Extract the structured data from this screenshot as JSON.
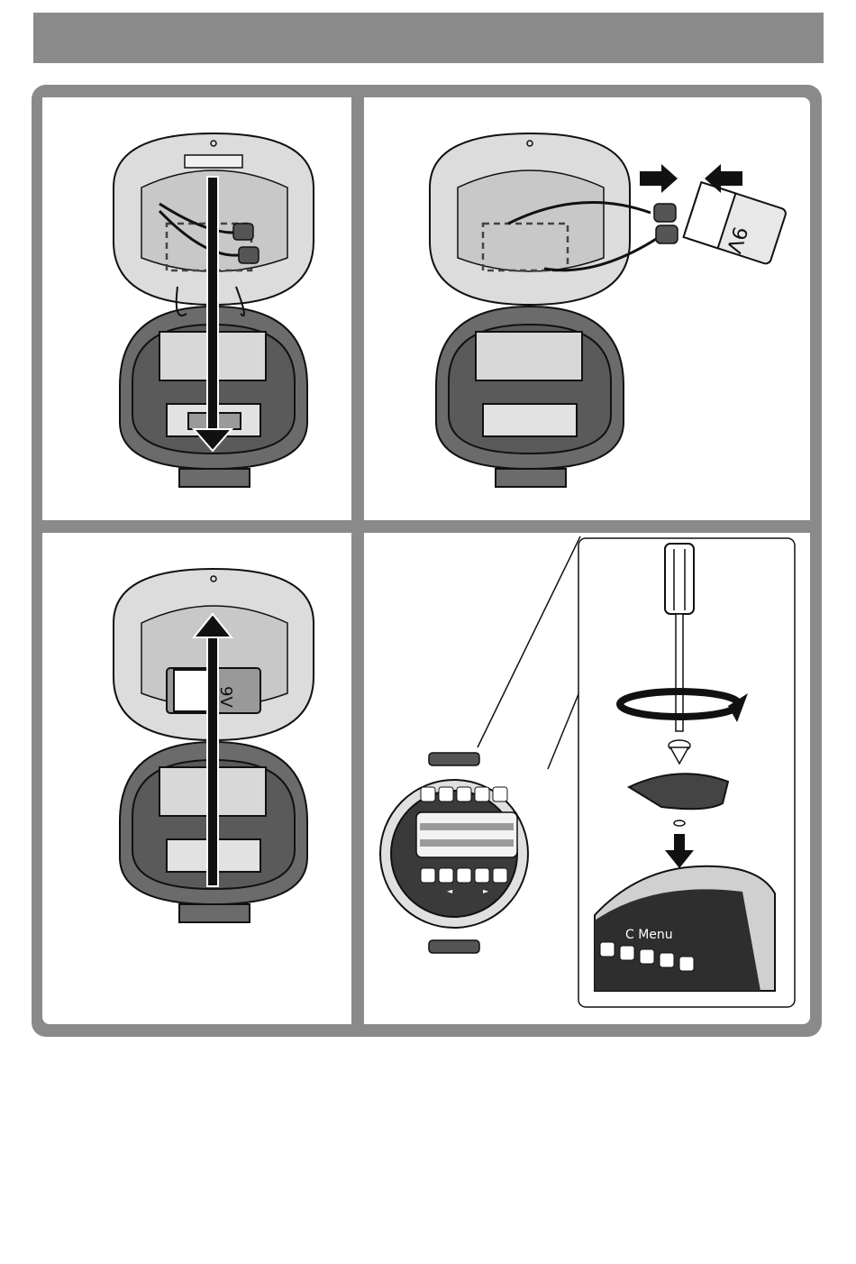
{
  "header": {
    "title": ""
  },
  "battery": {
    "label": "9V"
  },
  "keypad": {
    "menu_label": "C Menu",
    "star_symbol": "*",
    "left_arrow": "◄",
    "right_arrow": "►"
  },
  "colors": {
    "frame": "#8a8a8a",
    "lid": "#dcdcdc",
    "base": "#6b6b6b",
    "ink": "#111111"
  },
  "icons": [
    "double-arrow-down",
    "push-arrows",
    "double-arrow-up",
    "rotate-arrow",
    "screwdriver",
    "screw",
    "down-arrow"
  ]
}
